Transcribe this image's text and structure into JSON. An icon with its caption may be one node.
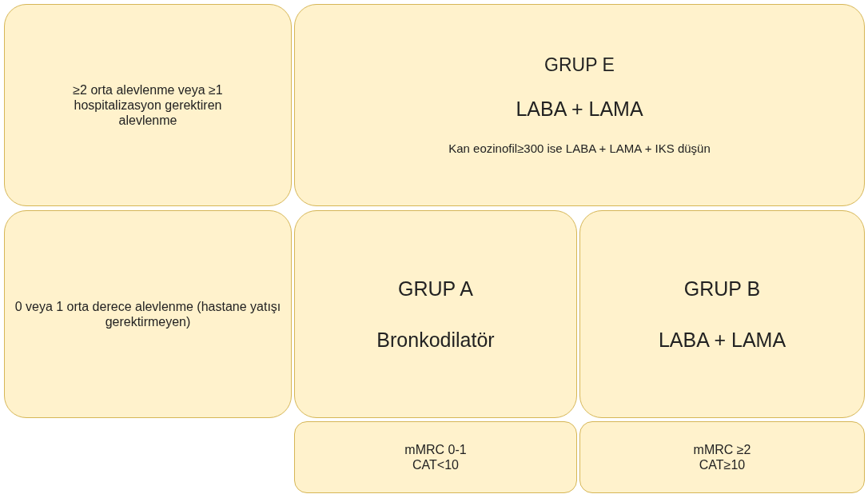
{
  "diagram": {
    "nodes": [
      {
        "text": [
          "≥2 orta alevlenme veya ≥1 hospitalizasyon gerektiren alevlenme"
        ]
      },
      {
        "text": [
          "GRUP E",
          "LABA + LAMA",
          "Kan eozinofil≥300 ise LABA + LAMA + IKS düşün"
        ]
      },
      {
        "text": [
          "0 veya 1 orta derece alevlenme (hastane yatışı gerektirmeyen)"
        ]
      },
      {
        "text": [
          "GRUP A",
          "Bronkodilatör"
        ]
      },
      {
        "text": [
          "GRUP B",
          "LABA + LAMA"
        ]
      },
      {
        "text": [
          "mMRC 0-1 CAT<10"
        ]
      },
      {
        "text": [
          "mMRC ≥2 CAT≥10"
        ]
      }
    ],
    "edges": []
  }
}
